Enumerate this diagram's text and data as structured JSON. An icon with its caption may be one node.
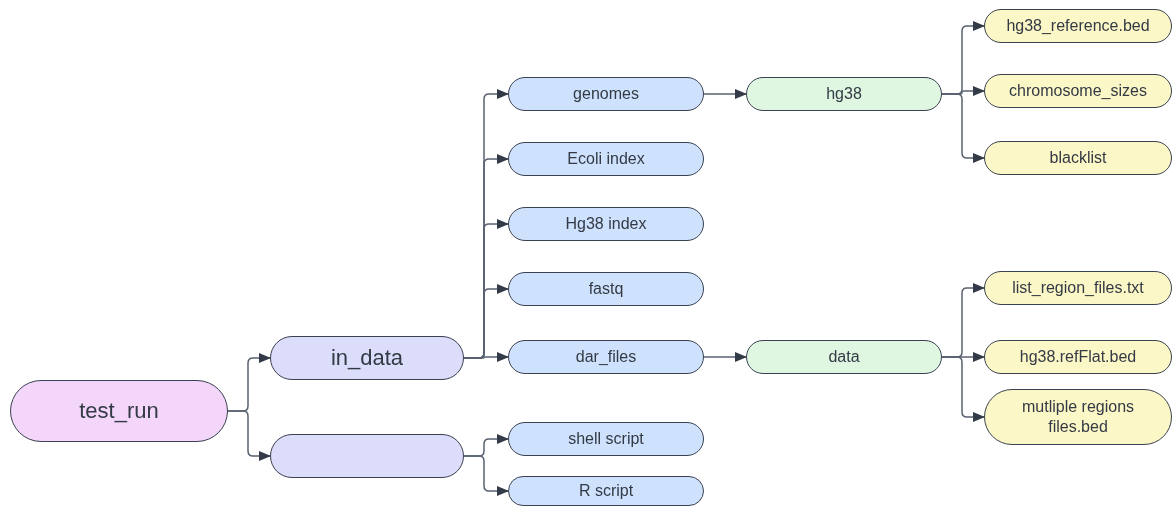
{
  "diagram": {
    "nodes": [
      {
        "text": [
          "test_run"
        ]
      },
      {
        "text": [
          "in_data"
        ]
      },
      {
        "text": [],
        "shape": "box"
      },
      {
        "text": [
          "genomes"
        ]
      },
      {
        "text": [
          "Ecoli index"
        ]
      },
      {
        "text": [
          "Hg38 index"
        ]
      },
      {
        "text": [
          "fastq"
        ]
      },
      {
        "text": [
          "dar_files"
        ]
      },
      {
        "text": [
          "shell script"
        ]
      },
      {
        "text": [
          "R script"
        ]
      },
      {
        "text": [
          "hg38"
        ]
      },
      {
        "text": [
          "data"
        ]
      },
      {
        "text": [
          "hg38_reference.bed"
        ]
      },
      {
        "text": [
          "chromosome_sizes"
        ]
      },
      {
        "text": [
          "blacklist"
        ]
      },
      {
        "text": [
          "list_region_files.txt"
        ]
      },
      {
        "text": [
          "hg38.refFlat.bed"
        ]
      },
      {
        "text": [
          "mutliple regions files.bed"
        ]
      }
    ],
    "edges": [
      {
        "from": 0,
        "to": 1,
        "arrow": "to"
      },
      {
        "from": 0,
        "to": 2,
        "arrow": "to"
      },
      {
        "from": 1,
        "to": 3,
        "arrow": "to"
      },
      {
        "from": 1,
        "to": 4,
        "arrow": "to"
      },
      {
        "from": 1,
        "to": 5,
        "arrow": "to"
      },
      {
        "from": 1,
        "to": 6,
        "arrow": "to"
      },
      {
        "from": 1,
        "to": 7,
        "arrow": "to"
      },
      {
        "from": 2,
        "to": 8,
        "arrow": "to"
      },
      {
        "from": 2,
        "to": 9,
        "arrow": "to"
      },
      {
        "from": 3,
        "to": 10,
        "arrow": "to"
      },
      {
        "from": 7,
        "to": 11,
        "arrow": "to"
      },
      {
        "from": 10,
        "to": 12,
        "arrow": "to"
      },
      {
        "from": 10,
        "to": 13,
        "arrow": "to"
      },
      {
        "from": 10,
        "to": 14,
        "arrow": "to"
      },
      {
        "from": 11,
        "to": 15,
        "arrow": "to"
      },
      {
        "from": 11,
        "to": 16,
        "arrow": "to"
      },
      {
        "from": 11,
        "to": 17,
        "arrow": "to"
      }
    ]
  }
}
